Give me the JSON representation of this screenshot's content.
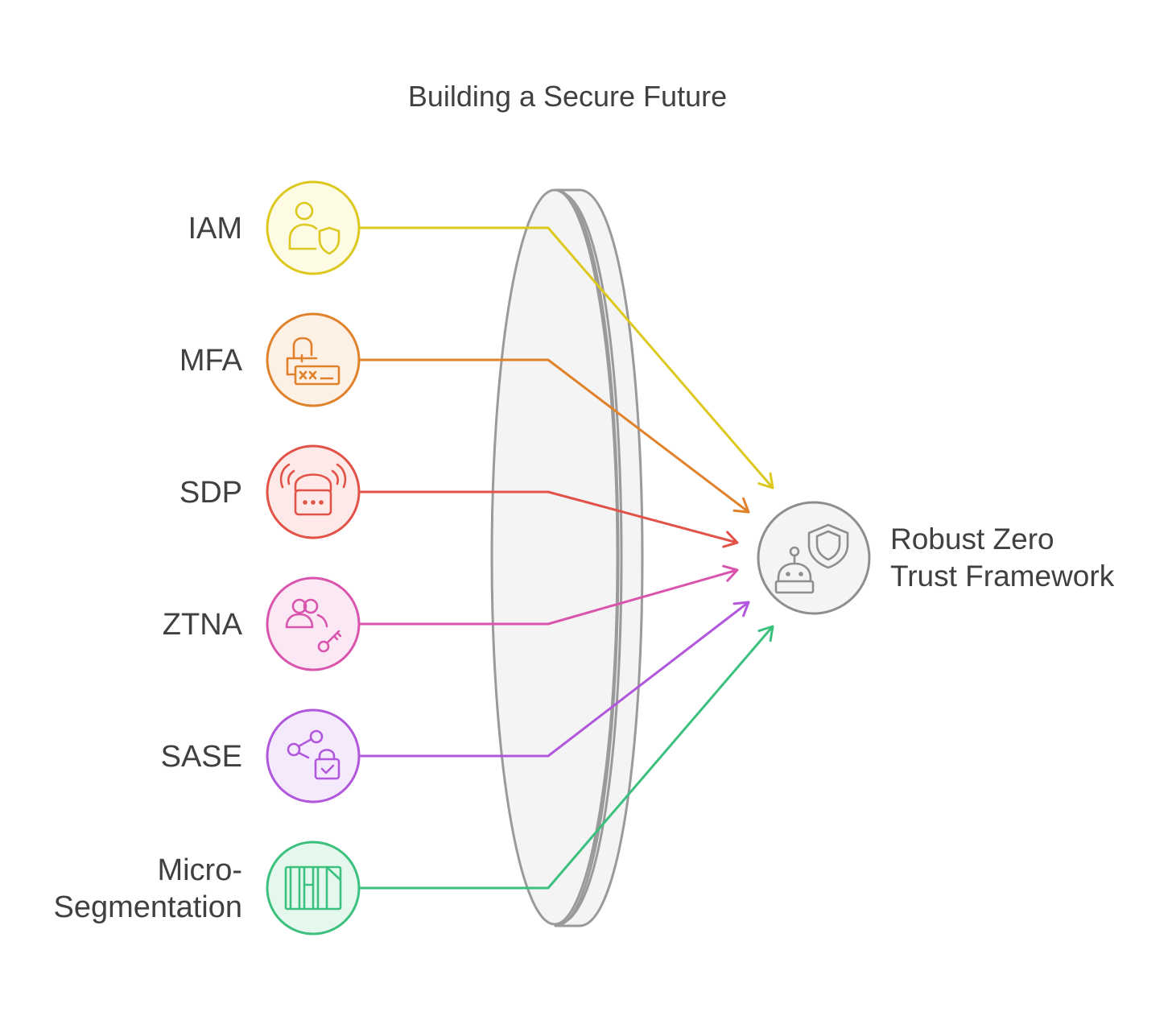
{
  "title": "Building a Secure Future",
  "items": [
    {
      "label_lines": [
        "IAM"
      ],
      "icon": "user-shield-icon",
      "color": "#dcc81f",
      "fill": "#fdfbe3"
    },
    {
      "label_lines": [
        "MFA"
      ],
      "icon": "lock-password-icon",
      "color": "#e0822b",
      "fill": "#fdf0e4"
    },
    {
      "label_lines": [
        "SDP"
      ],
      "icon": "wireless-lock-icon",
      "color": "#e25248",
      "fill": "#fde9e7"
    },
    {
      "label_lines": [
        "ZTNA"
      ],
      "icon": "users-key-icon",
      "color": "#d955ad",
      "fill": "#fbe8f5"
    },
    {
      "label_lines": [
        "SASE"
      ],
      "icon": "share-lock-icon",
      "color": "#b057dc",
      "fill": "#f5eafc"
    },
    {
      "label_lines": [
        "Micro-",
        "Segmentation"
      ],
      "icon": "segments-icon",
      "color": "#3cc07d",
      "fill": "#e5f8ee"
    }
  ],
  "target": {
    "label_lines": [
      "Robust Zero",
      "Trust Framework"
    ],
    "icon": "robot-shield-icon",
    "color": "#8e8e8e",
    "fill": "#f4f4f4"
  },
  "lens": {
    "color": "#9a9a9a",
    "fill": "#f4f4f4"
  }
}
